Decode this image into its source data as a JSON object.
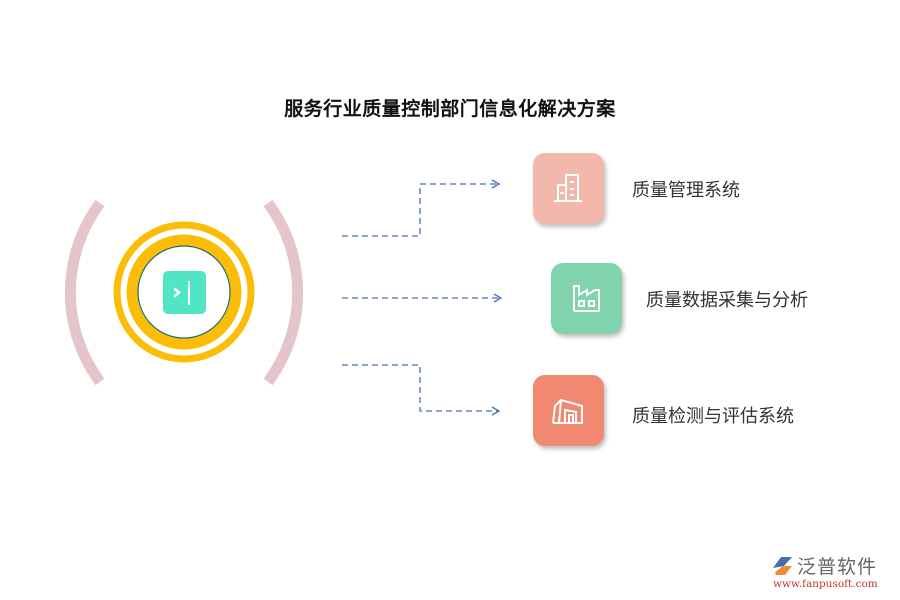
{
  "title": "服务行业质量控制部门信息化解决方案",
  "center": {
    "icon": "terminal-sidebar-icon",
    "colors": {
      "ring": "#fbbd08",
      "inner_border": "#1f6b6b",
      "icon_bg": "#51e5c4",
      "arcs": "#e5c5c9"
    }
  },
  "connector_color": "#4a6fb0",
  "nodes": [
    {
      "label": "质量管理系统",
      "icon": "building-icon",
      "color": "#f2b8ab"
    },
    {
      "label": "质量数据采集与分析",
      "icon": "factory-icon",
      "color": "#80d3ad"
    },
    {
      "label": "质量检测与评估系统",
      "icon": "warehouse-icon",
      "color": "#f08872"
    }
  ],
  "logo": {
    "name": "泛普软件",
    "url": "www.fanpusoft.com"
  }
}
